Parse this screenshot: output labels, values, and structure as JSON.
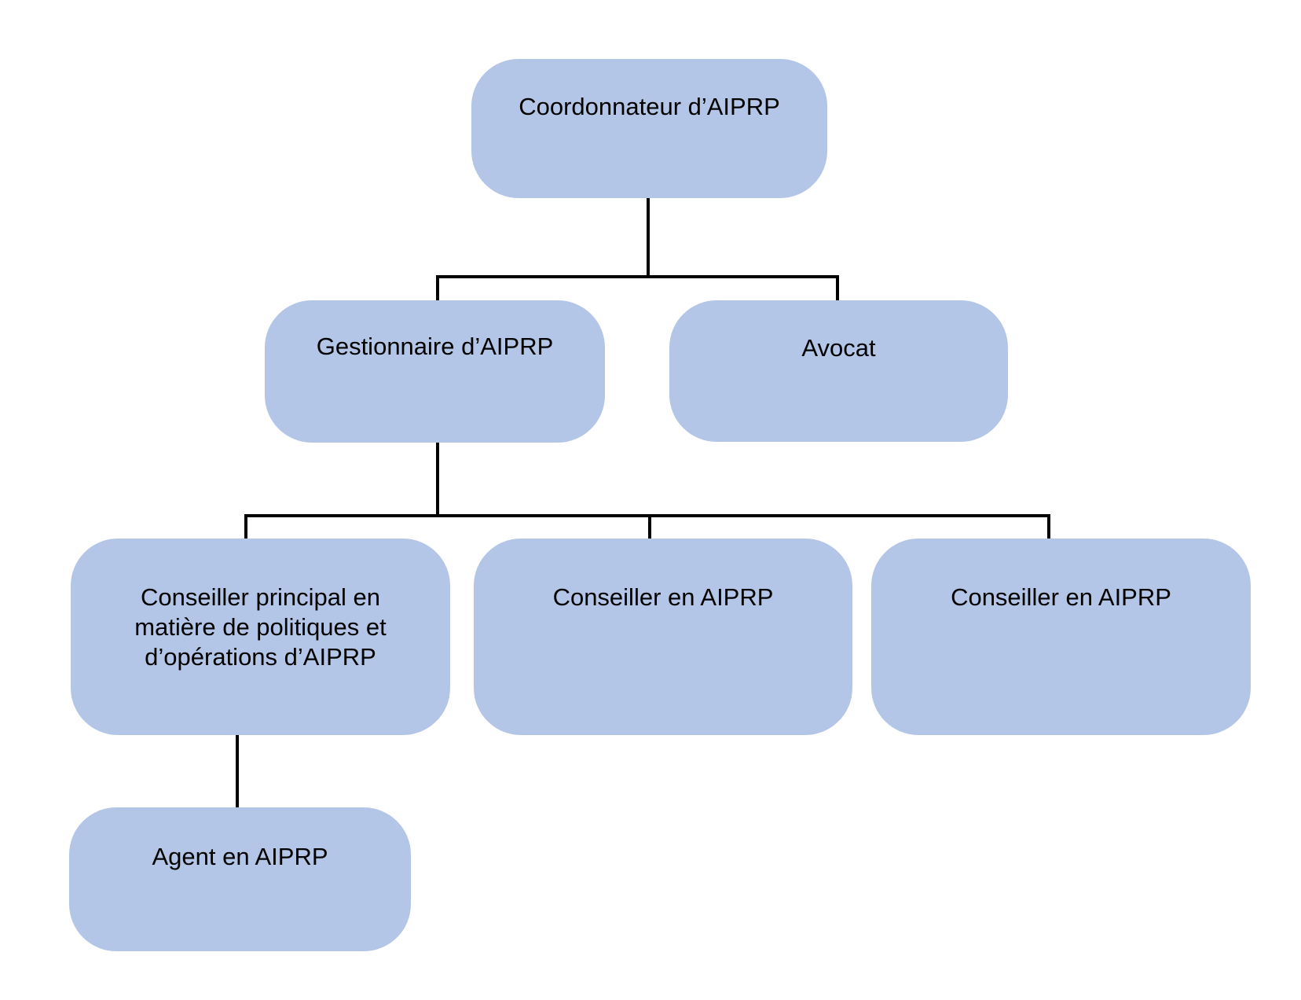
{
  "colors": {
    "box_fill": "#b4c6e7",
    "connector": "#000000",
    "text": "#000000",
    "background": "#ffffff"
  },
  "org_chart": {
    "root": {
      "label": "Coordonnateur d’AIPRP"
    },
    "level2": [
      {
        "label": "Gestionnaire d’AIPRP"
      },
      {
        "label": "Avocat"
      }
    ],
    "level3": [
      {
        "label": "Conseiller principal en\nmatière de politiques et\nd’opérations d’AIPRP"
      },
      {
        "label": "Conseiller en AIPRP"
      },
      {
        "label": "Conseiller en AIPRP"
      }
    ],
    "level4": [
      {
        "label": "Agent en AIPRP"
      }
    ]
  }
}
